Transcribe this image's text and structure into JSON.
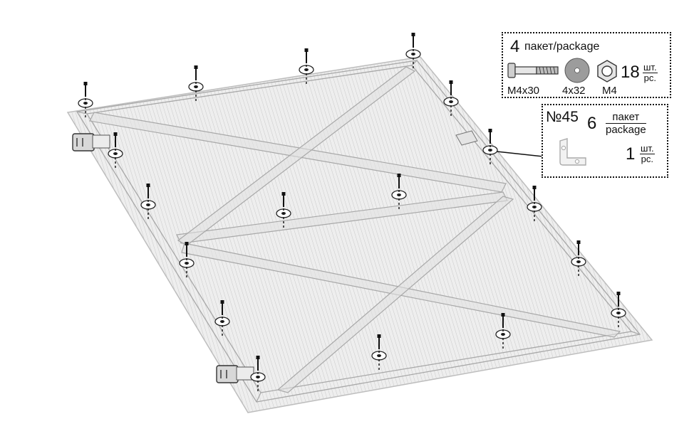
{
  "callout_bolts": {
    "package_count": "4",
    "package_label": "пакет/package",
    "quantity": "18",
    "unit_top": "шт.",
    "unit_bottom": "pc.",
    "parts": [
      {
        "label": "M4x30",
        "icon": "bolt-icon"
      },
      {
        "label": "4x32",
        "icon": "washer-icon"
      },
      {
        "label": "M4",
        "icon": "nut-icon"
      }
    ]
  },
  "callout_bracket": {
    "item_number": "№45",
    "package_count": "6",
    "package_top": "пакет",
    "package_bottom": "package",
    "quantity": "1",
    "unit_top": "шт.",
    "unit_bottom": "pc.",
    "icon": "angle-bracket-icon"
  },
  "colors": {
    "panel_fill": "#ebebeb",
    "panel_stroke": "#b8b8b8",
    "frame_fill": "#dedede",
    "line": "#111111"
  }
}
